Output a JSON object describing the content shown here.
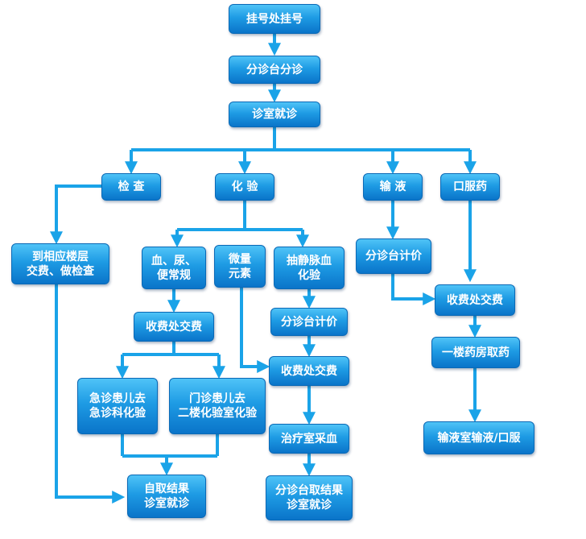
{
  "nodes": {
    "register": "挂号处挂号",
    "triage": "分诊台分诊",
    "consult": "诊室就诊",
    "exam": "检 查",
    "lab": "化 验",
    "infusion": "输 液",
    "oral_med": "口服药",
    "exam_floor": [
      "到相应楼层",
      "交费、做检查"
    ],
    "blood_urine": [
      "血、尿、",
      "便常规"
    ],
    "trace_elem": [
      "微量",
      "元素"
    ],
    "venous_blood": [
      "抽静脉血",
      "化验"
    ],
    "triage_price_infusion": "分诊台计价",
    "pay_left": "收费处交费",
    "triage_price_lab": "分诊台计价",
    "pay_right": "收费处交费",
    "pay_mid": "收费处交费",
    "pharmacy": "一楼药房取药",
    "emergency_child": [
      "急诊患儿去",
      "急诊科化验"
    ],
    "outpatient_child": [
      "门诊患儿去",
      "二楼化验室化验"
    ],
    "treatment_blood": "治疗室采血",
    "infusion_room": "输液室输液/口服",
    "self_results": [
      "自取结果",
      "诊室就诊"
    ],
    "desk_results": [
      "分诊台取结果",
      "诊室就诊"
    ]
  },
  "colors": {
    "node_top": "#4fc3f7",
    "node_bottom": "#0a74c9",
    "arrow": "#1aa3e8",
    "text": "#ffffff"
  }
}
